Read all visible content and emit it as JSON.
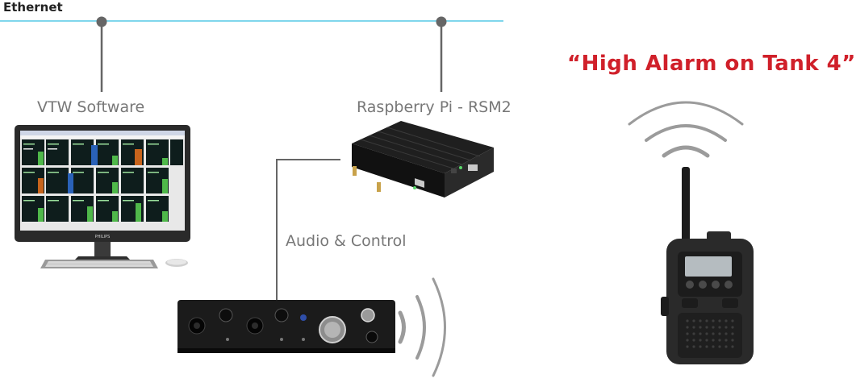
{
  "diagram": {
    "ethernet_label": "Ethernet",
    "vtw_label": "VTW Software",
    "rpi_label": "Raspberry Pi - RSM2",
    "audio_label": "Audio & Control",
    "alarm_text": "“High Alarm on Tank 4”",
    "monitor_brand": "PHILIPS",
    "colors": {
      "ethernet_line": "#7fd6ec",
      "connector": "#666666",
      "alarm_text": "#d0202a"
    }
  }
}
